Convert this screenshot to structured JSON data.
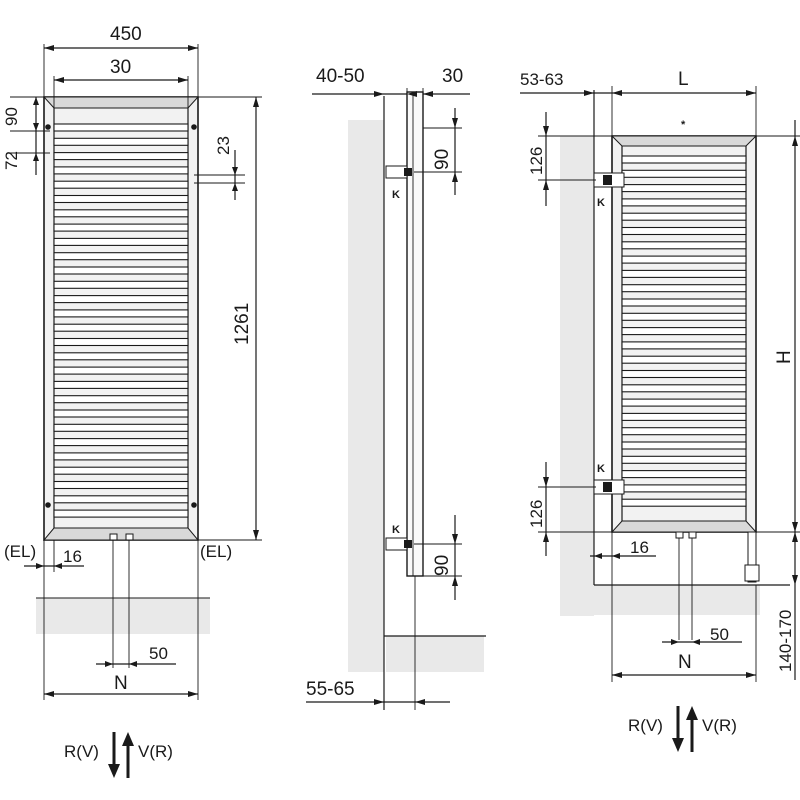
{
  "views": {
    "front": {
      "dim_width": "450",
      "dim_inner": "30",
      "dim_height": "1261",
      "dim_top": "90",
      "dim_gap": "72",
      "dim_bar": "23",
      "dim_offset": "16",
      "dim_pipe": "50",
      "label_n": "N",
      "label_el_left": "(EL)",
      "label_el_right": "(EL)"
    },
    "side": {
      "dim_wall": "40-50",
      "dim_depth": "30",
      "dim_top_bracket": "90",
      "dim_bottom_bracket": "90",
      "dim_floor": "55-65",
      "label_k_top": "K",
      "label_k_bottom": "K"
    },
    "back": {
      "dim_offset": "53-63",
      "dim_length": "L",
      "dim_height": "H",
      "dim_top_bracket": "126",
      "dim_bottom_bracket": "126",
      "dim_floor": "140-170",
      "dim_offset_bottom": "16",
      "dim_pipe": "50",
      "label_n": "N",
      "label_star": "*",
      "label_k_top": "K",
      "label_k_bottom": "K"
    }
  },
  "legend": {
    "front_left": "R(V)",
    "front_right": "V(R)",
    "back_left": "R(V)",
    "back_right": "V(R)"
  }
}
